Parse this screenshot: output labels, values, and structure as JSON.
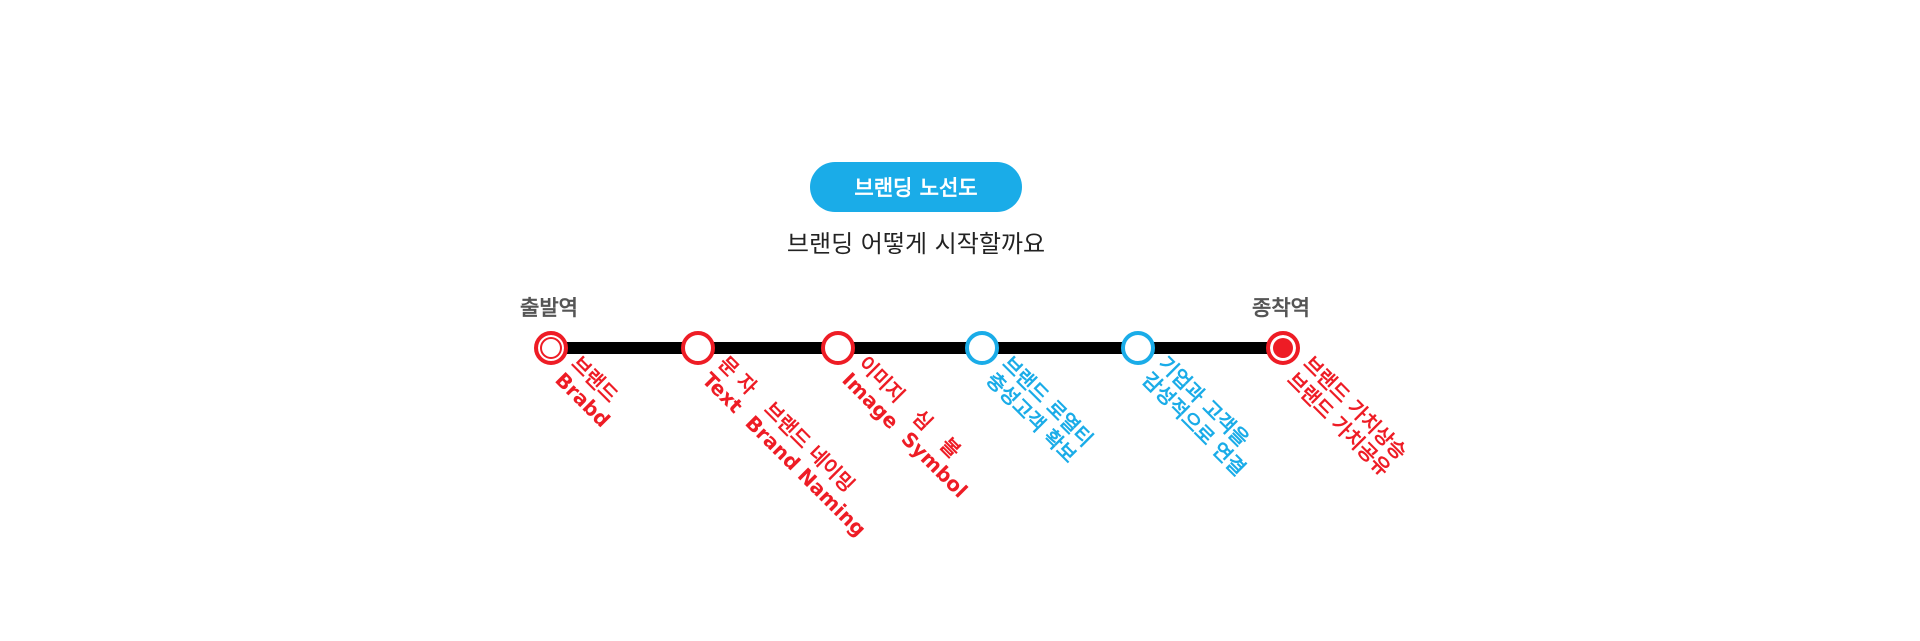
{
  "title": "브랜딩 노선도",
  "subtitle": "브랜딩 어떻게 시작할까요",
  "start_label": "출발역",
  "end_label": "종착역",
  "colors": {
    "red": "#ee1c25",
    "blue": "#1aace8",
    "track": "#000000"
  },
  "stations": [
    {
      "line1": "브랜드",
      "line2": "Brabd",
      "color": "red"
    },
    {
      "line1": "문 자   브랜드 네이밍",
      "line2": "Text  Brand Naming",
      "color": "red"
    },
    {
      "line1": "이미지   심   볼",
      "line2": "Image  Symbol",
      "color": "red"
    },
    {
      "line1": "브랜드 로열티",
      "line2": "충성고객 확보",
      "color": "blue"
    },
    {
      "line1": "기업과 고객을",
      "line2": "감성적으로 연결",
      "color": "blue"
    },
    {
      "line1": "브랜드 가치상승",
      "line2": "브랜드 가치공유",
      "color": "red"
    }
  ]
}
